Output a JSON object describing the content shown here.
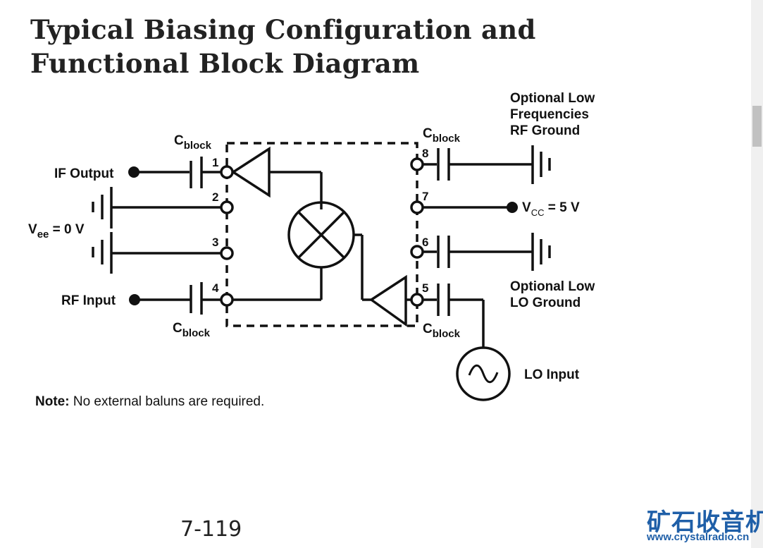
{
  "title": {
    "line1": "Typical Biasing Configuration and",
    "line2": "Functional Block Diagram"
  },
  "labels": {
    "if_output": "IF Output",
    "rf_input": "RF Input",
    "vee_main": "V",
    "vee_sub": "ee",
    "vee_value": " = 0 V",
    "vcc_main": "V",
    "vcc_sub": "CC",
    "vcc_value": " = 5 V",
    "lo_input": "LO Input",
    "opt_rf_line1": "Optional Low",
    "opt_rf_line2": "Frequencies",
    "opt_rf_line3": "RF Ground",
    "opt_lo_line1": "Optional Low",
    "opt_lo_line2": "LO Ground",
    "cblock_main": "C",
    "cblock_sub": "block"
  },
  "pins": [
    "1",
    "2",
    "3",
    "4",
    "5",
    "6",
    "7",
    "8"
  ],
  "note": {
    "label": "Note:",
    "text": " No external baluns are required."
  },
  "page_number": "7-119",
  "watermark": {
    "chinese": "矿石收音机",
    "url": "www.crystalradio.cn"
  },
  "icons": {
    "mixer": "mixer-x-circle-icon",
    "amplifier": "triangle-amplifier-icon",
    "capacitor": "capacitor-icon",
    "ground": "battery-ground-icon",
    "source": "sine-source-icon"
  }
}
